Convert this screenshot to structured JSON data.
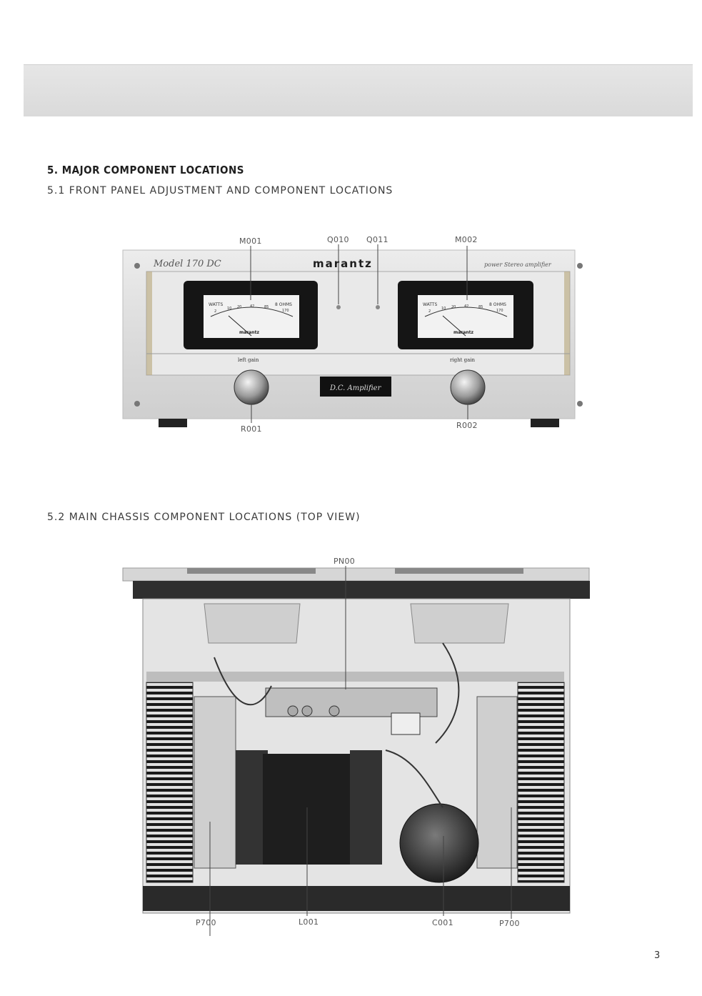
{
  "section": {
    "title": "5. MAJOR COMPONENT LOCATIONS",
    "sub1": "5.1 FRONT PANEL ADJUSTMENT AND COMPONENT LOCATIONS",
    "sub2": "5.2 MAIN CHASSIS COMPONENT LOCATIONS (TOP VIEW)"
  },
  "front_panel": {
    "model_text": "Model 170 DC",
    "brand": "marantz",
    "product_text": "power Stereo amplifier",
    "dc_badge": "D.C. Amplifier",
    "left_gain": "left gain",
    "right_gain": "right gain",
    "meter_watts": "WATTS",
    "meter_ohms": "8 OHMS",
    "meter_scale": [
      "2",
      "10",
      "20",
      "42",
      "85",
      "170"
    ],
    "callouts": [
      "M001",
      "Q010",
      "Q011",
      "M002",
      "R001",
      "R002"
    ]
  },
  "chassis": {
    "callouts": [
      "PN00",
      "P700",
      "L001",
      "C001",
      "P700"
    ]
  },
  "page_number": "3",
  "colors": {
    "header_band": "#dedede",
    "ink": "#1e1e1e",
    "panel": "#d9d9d9",
    "meter_face": "#f2f2f2"
  }
}
